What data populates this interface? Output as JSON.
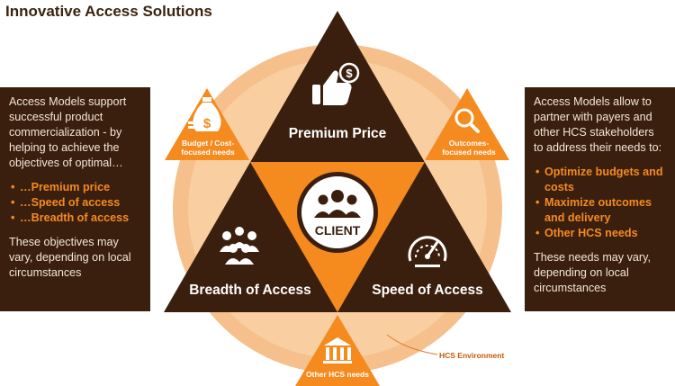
{
  "title": "Innovative Access Solutions",
  "left_panel": {
    "intro": "Access Models support successful product commercialization - by helping to achieve the objectives of optimal…",
    "bullets": [
      "…Premium price",
      "…Speed of access",
      "…Breadth of access"
    ],
    "footer": "These objectives may vary, depending on local circumstances"
  },
  "right_panel": {
    "intro": "Access Models allow to partner with payers and other HCS stakeholders to address their needs to:",
    "bullets": [
      "Optimize budgets and costs",
      "Maximize outcomes and delivery",
      "Other HCS needs"
    ],
    "footer": "These needs may vary, depending on local circumstances"
  },
  "diagram": {
    "top": "Premium Price",
    "left": "Breadth of Access",
    "right": "Speed of Access",
    "center": "CLIENT",
    "small_left": [
      "Budget / Cost-",
      "focused needs"
    ],
    "small_right": [
      "Outcomes-",
      "focused needs"
    ],
    "small_bottom": "Other HCS needs",
    "environment": "HCS Environment"
  },
  "colors": {
    "dark": "#3b1f0e",
    "orange": "#f58a1f",
    "circle": "#f6c08c"
  },
  "icons": [
    "thumbs-up-dollar-icon",
    "money-bag-icon",
    "magnifier-icon",
    "people-group-icon",
    "speedometer-icon",
    "bank-building-icon",
    "client-group-icon"
  ]
}
